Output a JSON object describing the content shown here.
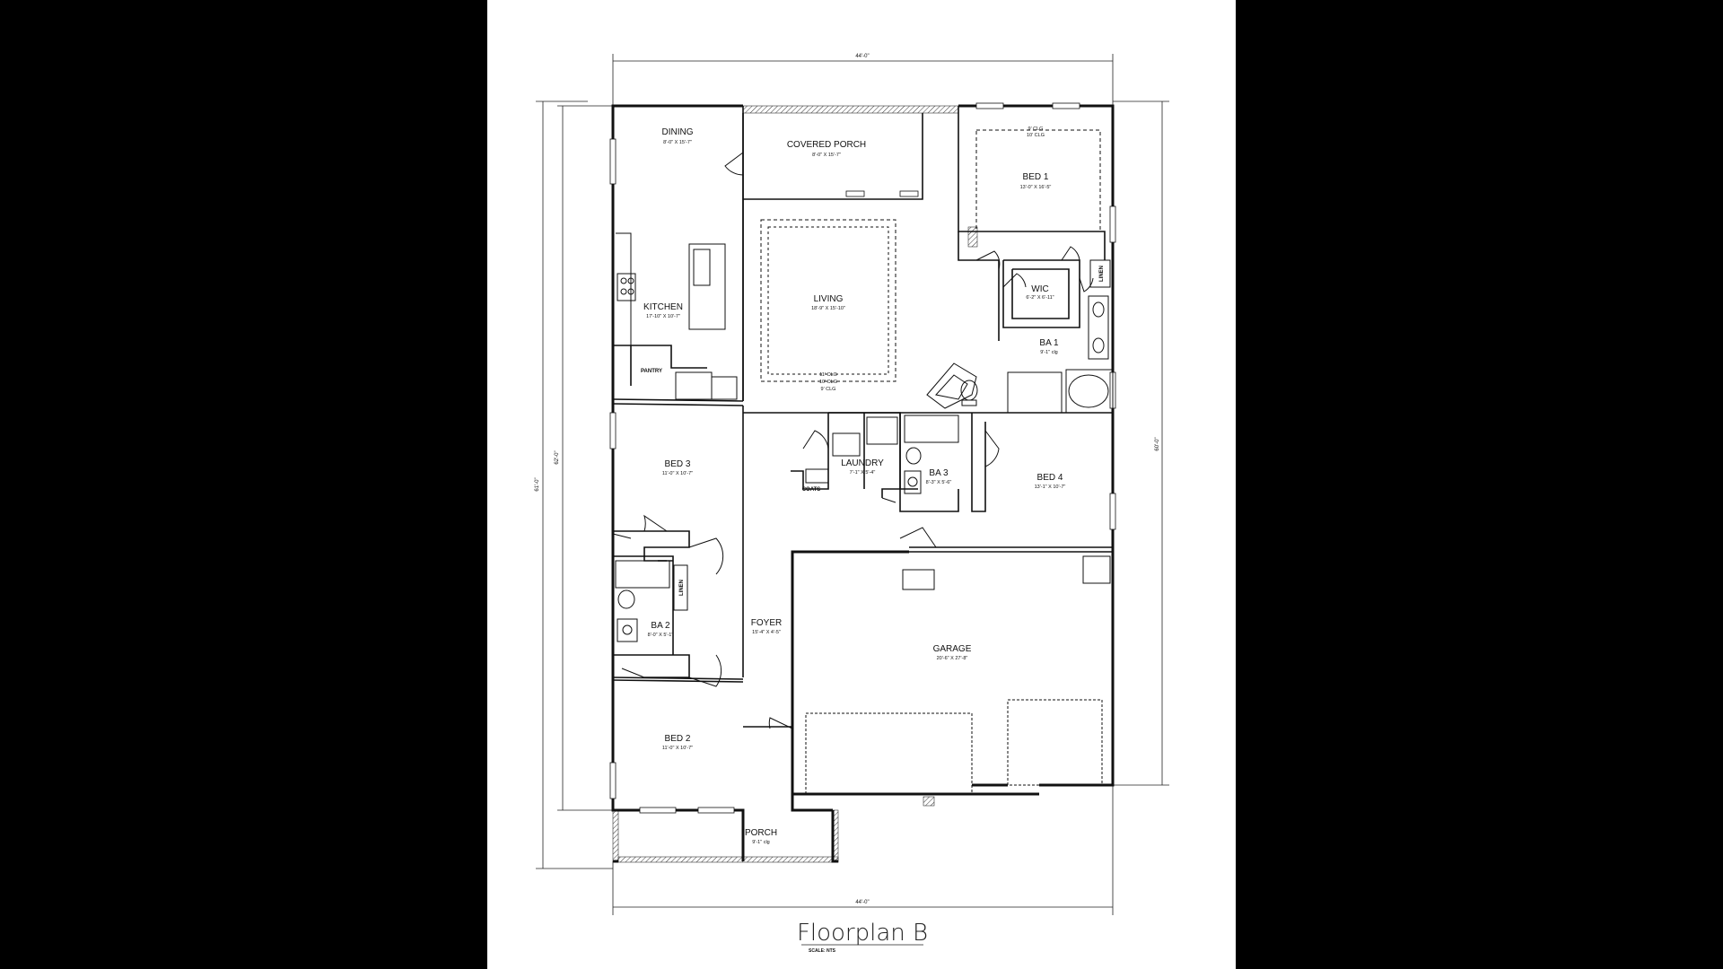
{
  "title": "Floorplan B",
  "scale": "SCALE: NTS",
  "dimensions": {
    "top": "44'-0\"",
    "bottom": "44'-0\"",
    "left_outer": "61'-0\"",
    "left_inner": "62'-0\"",
    "right": "60'-0\""
  },
  "rooms": {
    "dining": {
      "name": "DINING",
      "size": "8'-0\" X 15'-7\""
    },
    "covered_porch": {
      "name": "COVERED PORCH",
      "size": "8'-0\" X 15'-7\""
    },
    "bed1": {
      "name": "BED 1",
      "size": "13'-0\" X 16'-5\""
    },
    "kitchen": {
      "name": "KITCHEN",
      "size": "17'-10\" X 10'-7\""
    },
    "living": {
      "name": "LIVING",
      "size": "18'-9\" X 15'-10\""
    },
    "wic": {
      "name": "WIC",
      "size": "6'-2\" X 6'-11\""
    },
    "ba1": {
      "name": "BA 1",
      "size": "9'-1\" clg"
    },
    "pantry": {
      "name": "PANTRY"
    },
    "bed3": {
      "name": "BED 3",
      "size": "11'-0\" X 10'-7\""
    },
    "laundry": {
      "name": "LAUNDRY",
      "size": "7'-1\" X 5'-4\""
    },
    "ba3": {
      "name": "BA 3",
      "size": "8'-3\" X 5'-6\""
    },
    "bed4": {
      "name": "BED 4",
      "size": "13'-1\" X 10'-7\""
    },
    "coats": {
      "name": "COATS"
    },
    "linen_ba2": {
      "name": "LINEN"
    },
    "linen_ba1": {
      "name": "LINEN"
    },
    "ba2": {
      "name": "BA 2",
      "size": "8'-0\" X 5'-1\""
    },
    "foyer": {
      "name": "FOYER",
      "size": "15'-4\" X 4'-5\""
    },
    "garage": {
      "name": "GARAGE",
      "size": "20'-6\" X 27'-8\""
    },
    "bed2": {
      "name": "BED 2",
      "size": "11'-0\" X 10'-7\""
    },
    "porch": {
      "name": "PORCH",
      "size": "9'-1\" clg"
    }
  },
  "notes": {
    "bed1_ceiling_1": "9' CLG",
    "bed1_ceiling_2": "10' CLG",
    "living_ceiling_1": "11' CLG",
    "living_ceiling_2": "10' CLG",
    "living_ceiling_3": "9' CLG"
  }
}
